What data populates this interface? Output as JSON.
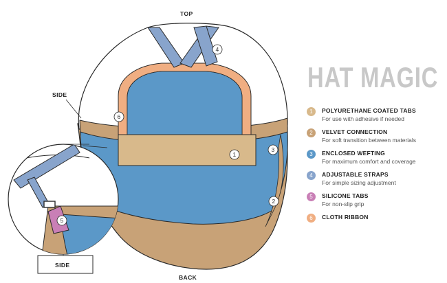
{
  "title": "HAT MAGIC",
  "labels": {
    "top": "TOP",
    "side_main": "SIDE",
    "side_inset": "SIDE",
    "back": "BACK"
  },
  "colors": {
    "tabs": "#d8b98b",
    "velvet": "#c8a277",
    "wefting": "#5b98c8",
    "straps": "#88a4cc",
    "silicone": "#c97fb6",
    "ribbon": "#f0ae82",
    "outline": "#2a2a2a"
  },
  "callouts": [
    "1",
    "2",
    "3",
    "4",
    "5",
    "6"
  ],
  "legend": [
    {
      "num": "1",
      "title": "POLYURETHANE COATED TABS",
      "desc": "For use with adhesive if needed",
      "color": "#d8b98b"
    },
    {
      "num": "2",
      "title": "VELVET CONNECTION",
      "desc": "For soft transition between materials",
      "color": "#c8a277"
    },
    {
      "num": "3",
      "title": "ENCLOSED WEFTING",
      "desc": "For maximum comfort and coverage",
      "color": "#5b98c8"
    },
    {
      "num": "4",
      "title": "ADJUSTABLE STRAPS",
      "desc": "For simple sizing adjustment",
      "color": "#88a4cc"
    },
    {
      "num": "5",
      "title": "SILICONE TABS",
      "desc": "For non-slip grip",
      "color": "#c97fb6"
    },
    {
      "num": "6",
      "title": "CLOTH RIBBON",
      "desc": "",
      "color": "#f0ae82"
    }
  ]
}
